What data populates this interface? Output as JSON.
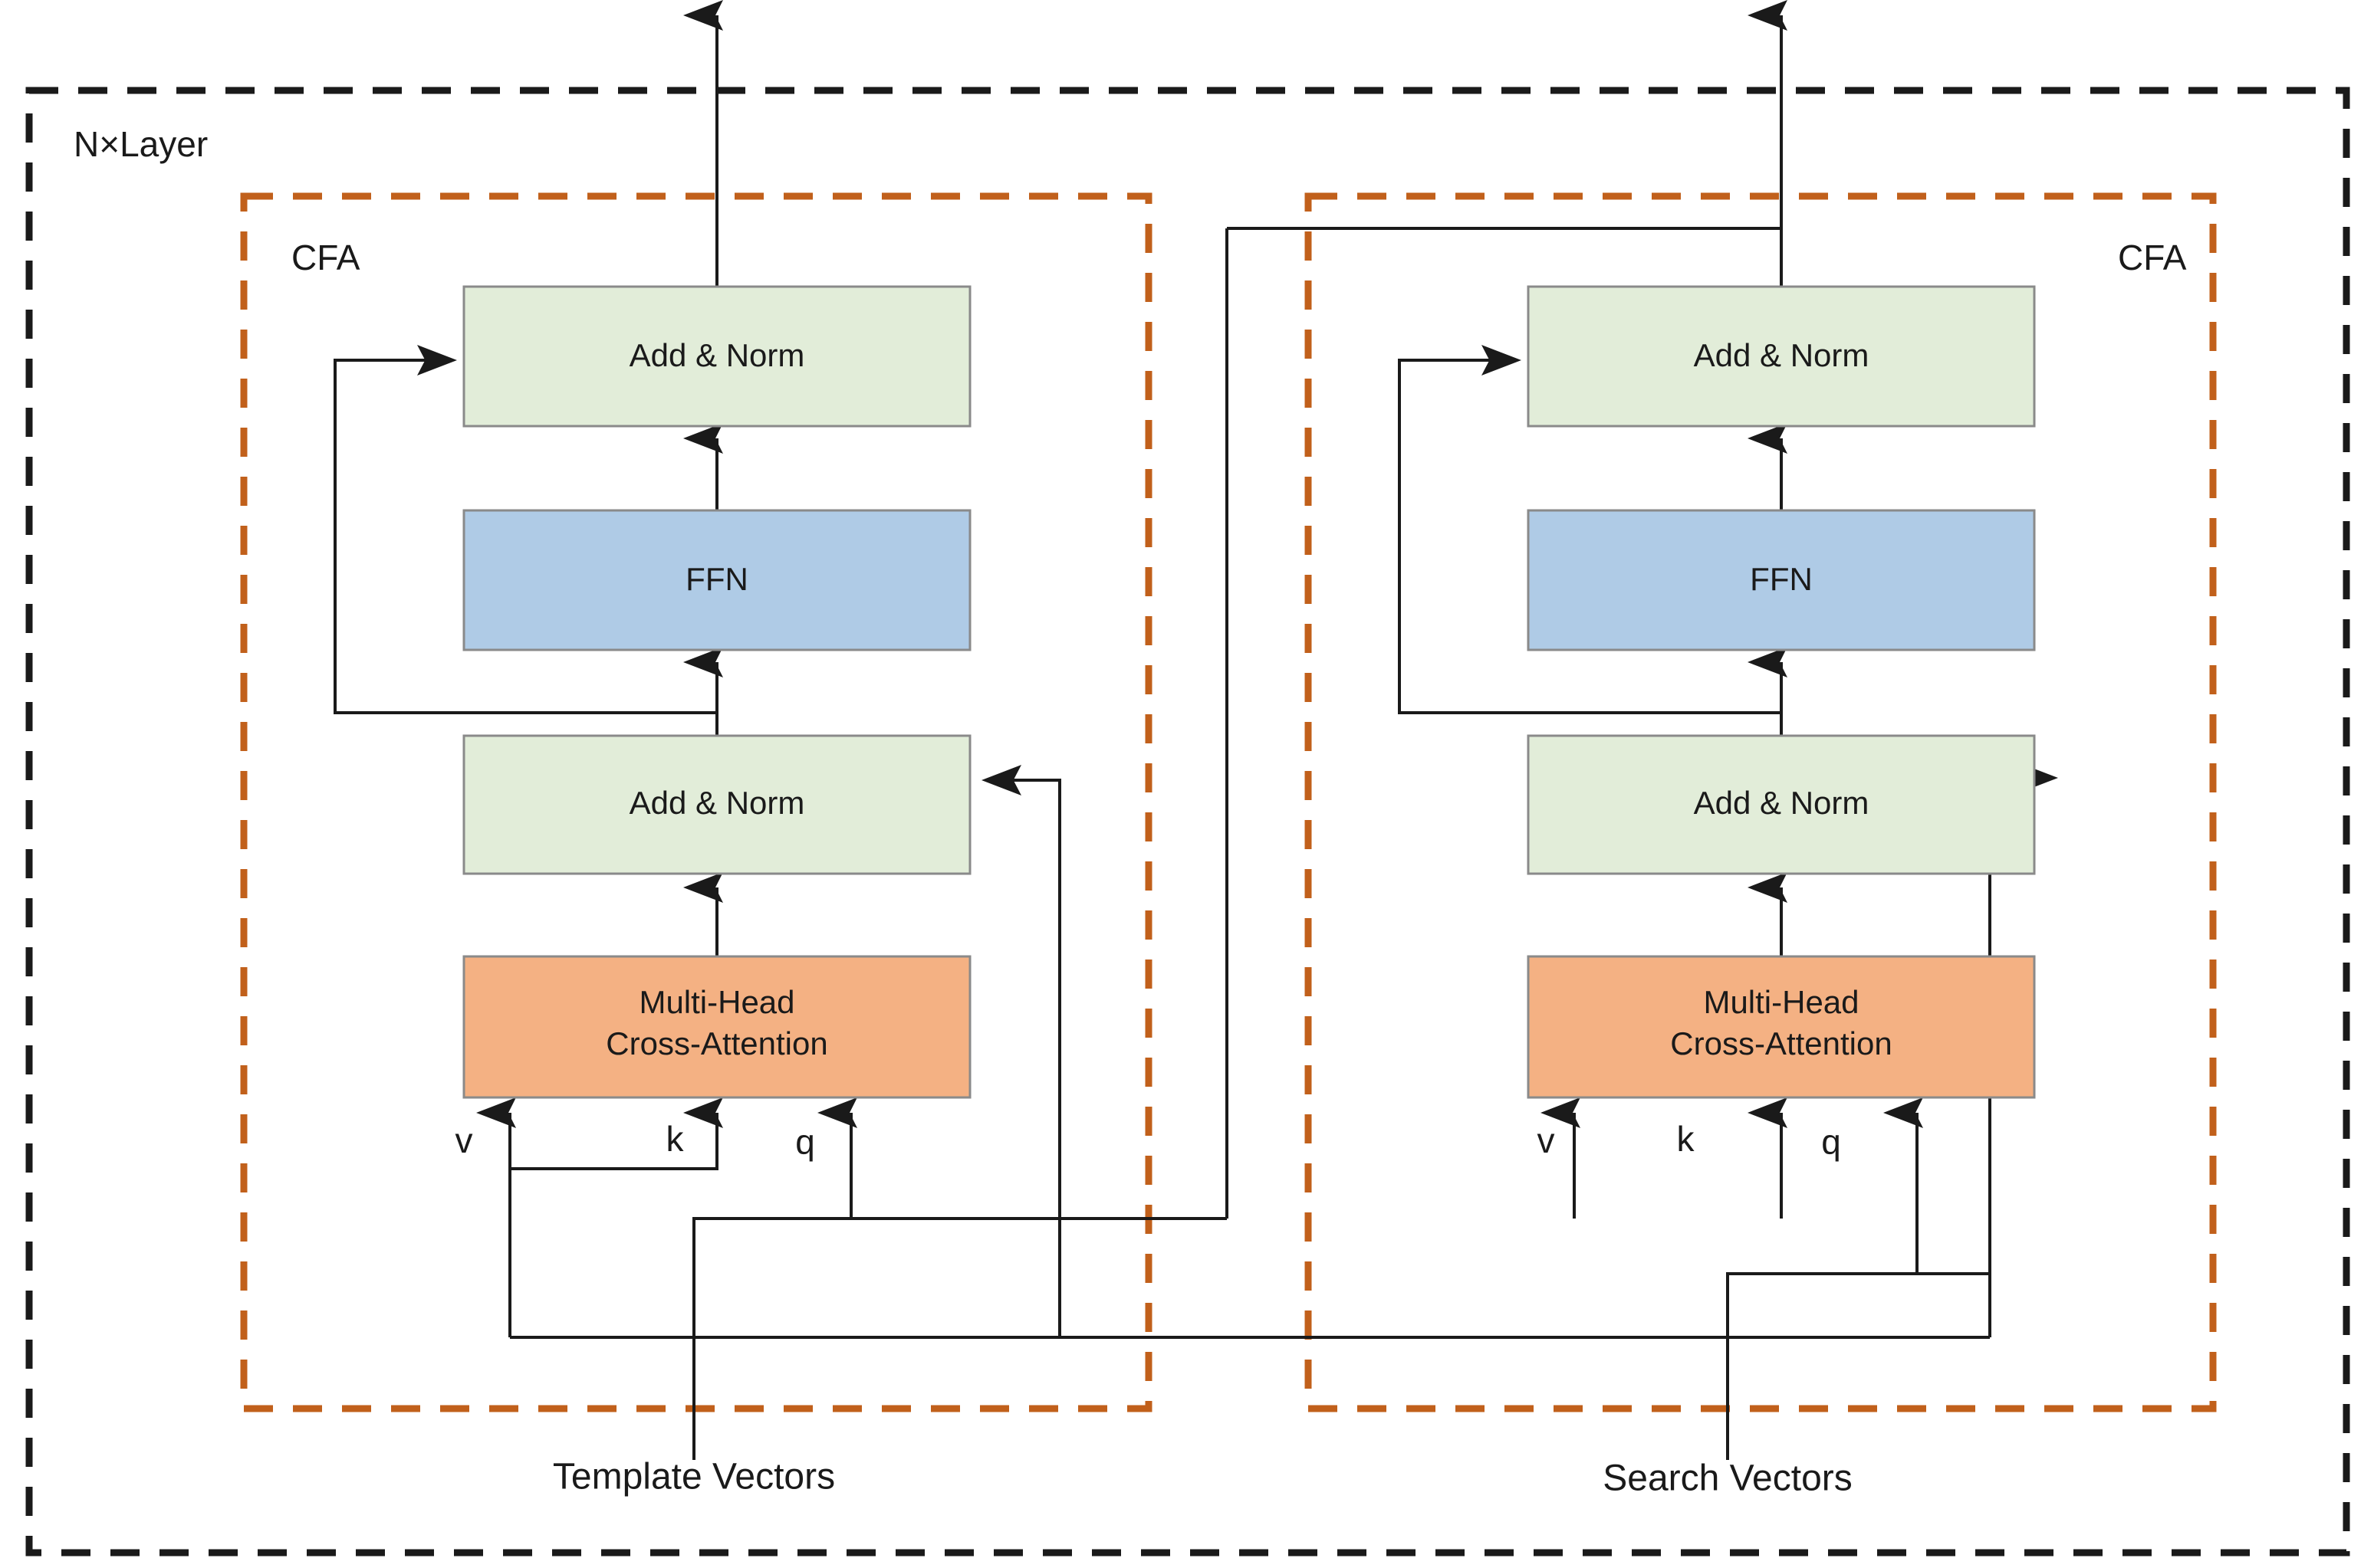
{
  "diagram": {
    "title_label": "N×Layer",
    "colors": {
      "add_norm_fill": "#E2EDD9",
      "ffn_fill": "#AFCBE6",
      "attention_fill": "#F4B183",
      "node_stroke": "#8a8a8a",
      "connector": "#1a1a1a",
      "outer_frame": "#1a1a1a",
      "cfa_frame": "#C1601B",
      "background": "#ffffff"
    },
    "branches": [
      {
        "id": "template",
        "group_label": "CFA",
        "input_label": "Template Vectors",
        "nodes": {
          "add_norm_top": "Add & Norm",
          "ffn": "FFN",
          "add_norm_bottom": "Add & Norm",
          "attention": "Multi-Head\nCross-Attention",
          "attention_line1": "Multi-Head",
          "attention_line2": "Cross-Attention"
        },
        "ports": {
          "v": "v",
          "k": "k",
          "q": "q"
        }
      },
      {
        "id": "search",
        "group_label": "CFA",
        "input_label": "Search Vectors",
        "nodes": {
          "add_norm_top": "Add & Norm",
          "ffn": "FFN",
          "add_norm_bottom": "Add & Norm",
          "attention": "Multi-Head\nCross-Attention",
          "attention_line1": "Multi-Head",
          "attention_line2": "Cross-Attention"
        },
        "ports": {
          "v": "v",
          "k": "k",
          "q": "q"
        }
      }
    ]
  }
}
